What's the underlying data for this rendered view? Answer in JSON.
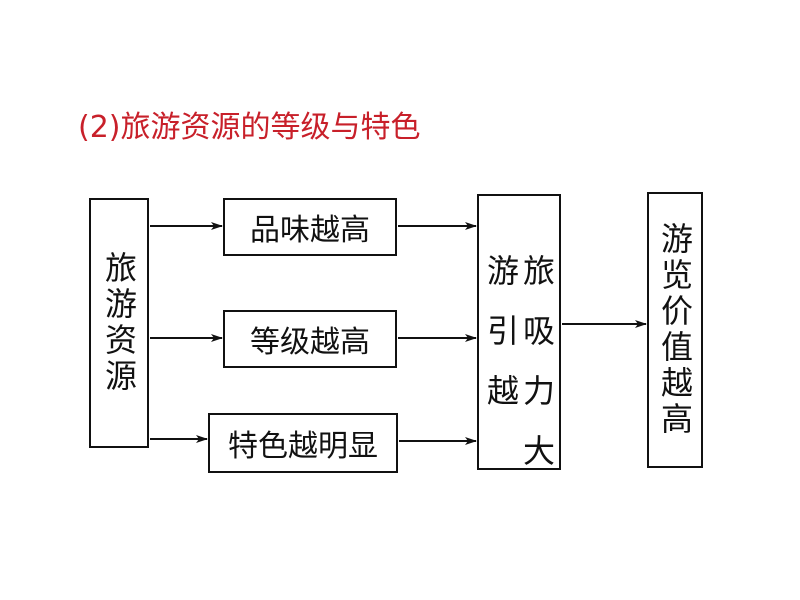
{
  "title": "(2)旅游资源的等级与特色",
  "boxes": {
    "source": "旅游资源",
    "taste": "品味越高",
    "grade": "等级越高",
    "feature": "特色越明显",
    "attract_col1": "旅游",
    "attract_col2": "吸引",
    "attract_col3": "力越",
    "attract_col4": "大",
    "value": "游览价值越高"
  }
}
